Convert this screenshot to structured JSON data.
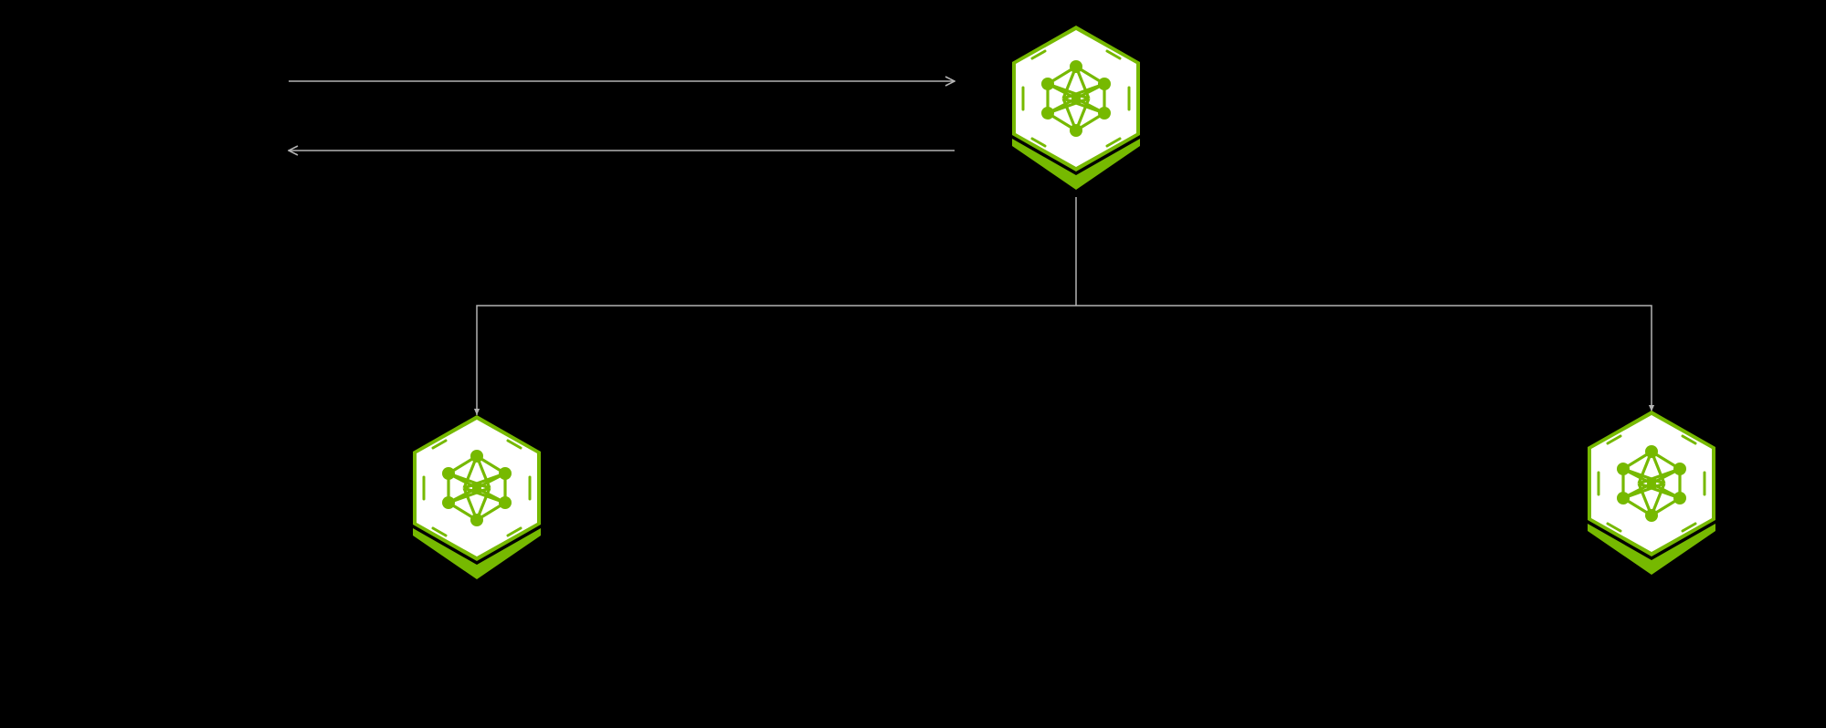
{
  "colors": {
    "background": "#000000",
    "connector": "#b3b3b3",
    "accent": "#76b900",
    "node_face": "#ffffff"
  },
  "nodes": [
    {
      "id": "top",
      "icon": "neural-network-icon"
    },
    {
      "id": "left",
      "icon": "neural-network-icon"
    },
    {
      "id": "right",
      "icon": "neural-network-icon"
    }
  ],
  "connections": [
    {
      "from": "outside",
      "to": "top",
      "direction": "right"
    },
    {
      "from": "top",
      "to": "outside",
      "direction": "left"
    },
    {
      "from": "top",
      "to": "left"
    },
    {
      "from": "top",
      "to": "right"
    }
  ]
}
